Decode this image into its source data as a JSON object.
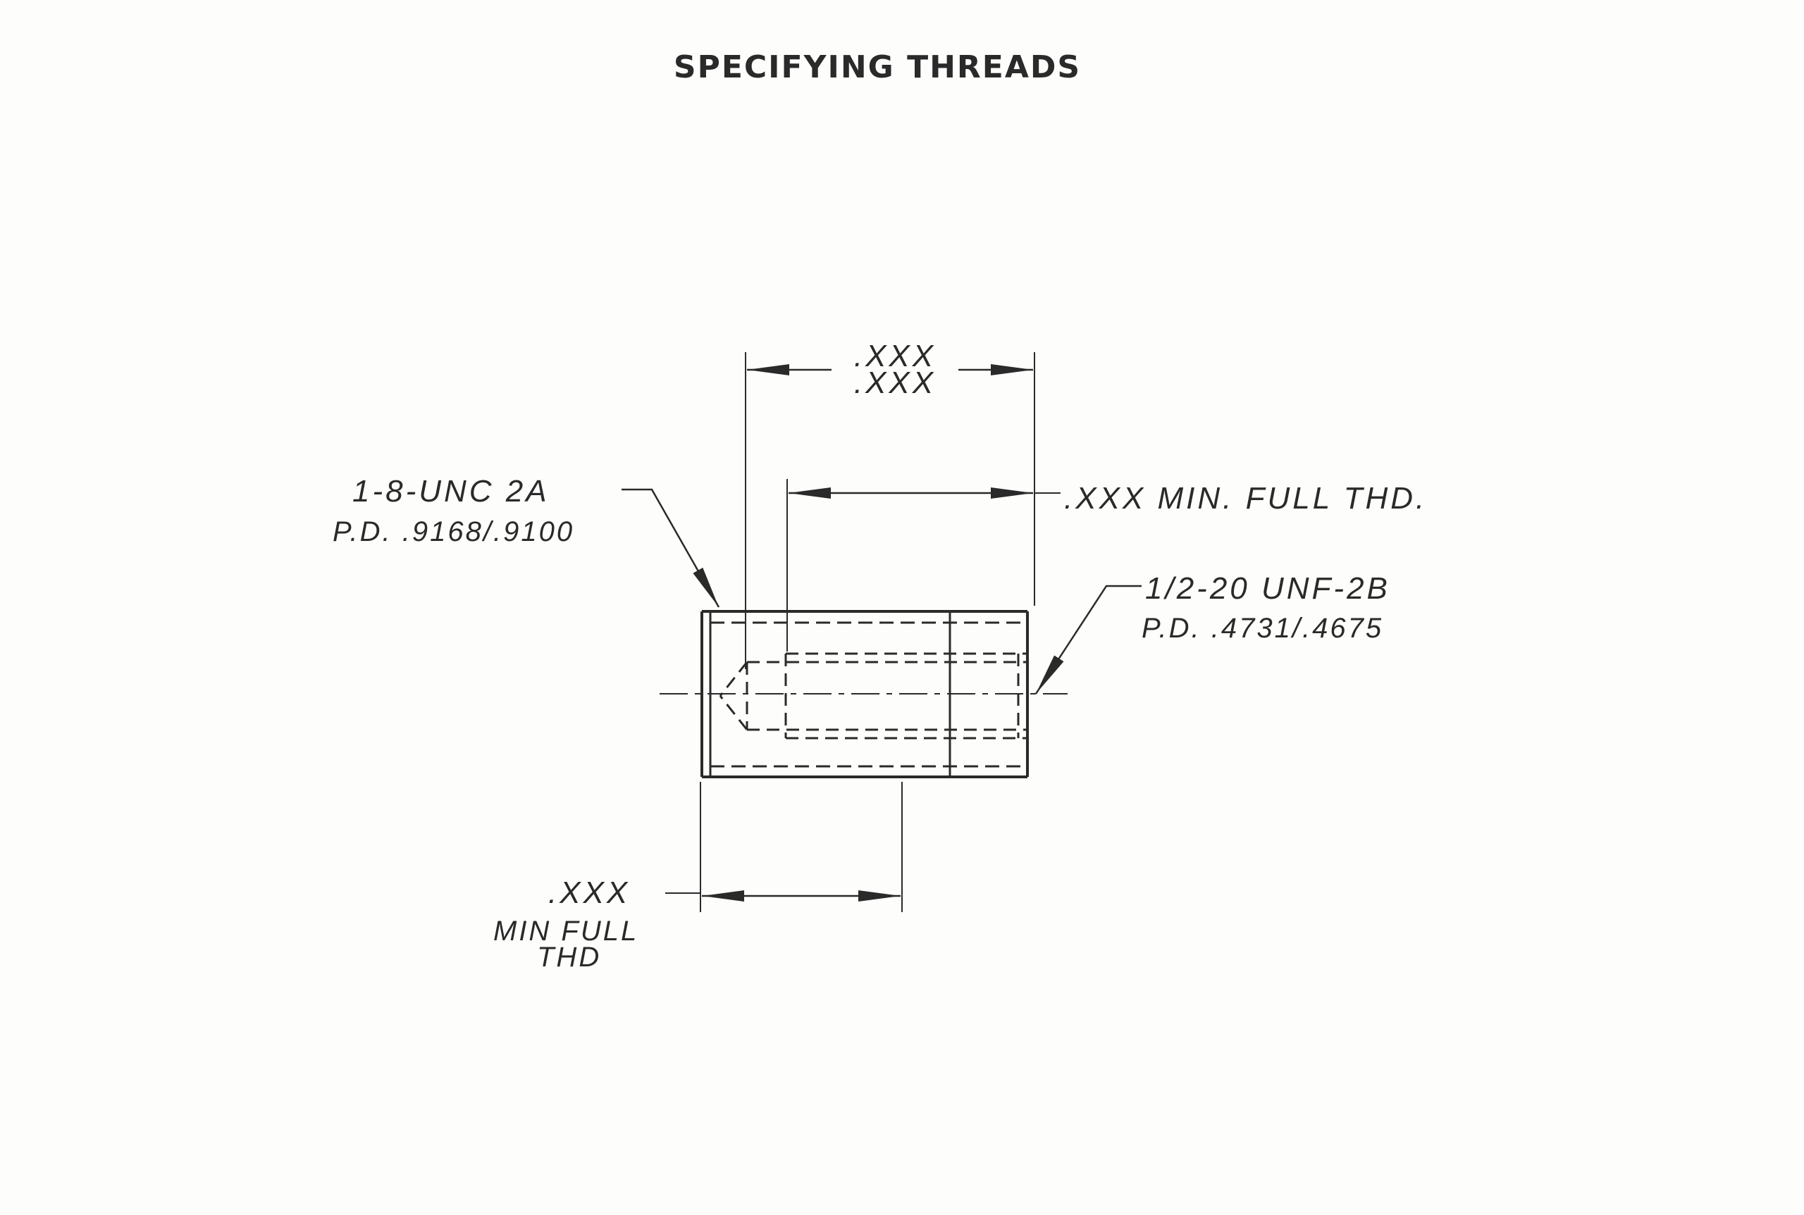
{
  "title": "SPECIFYING THREADS",
  "top_dimension": {
    "upper": ".XXX",
    "lower": ".XXX"
  },
  "internal_thread_length": ".XXX MIN. FULL THD.",
  "external_thread_callout": {
    "line1": "1-8-UNC 2A",
    "line2": "P.D. .9168/.9100"
  },
  "internal_thread_callout": {
    "line1": "1/2-20 UNF-2B",
    "line2": "P.D. .4731/.4675"
  },
  "external_thread_length": {
    "value": ".XXX",
    "line2": "MIN FULL",
    "line3": "THD"
  },
  "colors": {
    "ink": "#2a2a2a",
    "paper": "#fdfdfb"
  }
}
